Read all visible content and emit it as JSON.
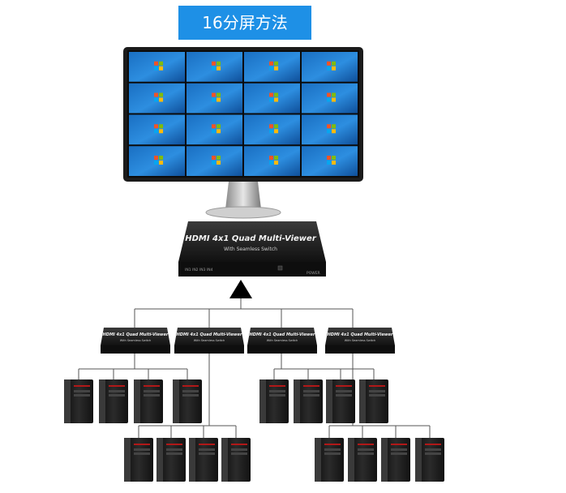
{
  "title": "16分屏方法",
  "main_device": {
    "label": "HDMI 4x1 Quad Multi-Viewer",
    "sublabel": "With Seamless Switch",
    "port_text": "IN1 IN2 IN3 IN4",
    "power_text": "POWER"
  },
  "sub_devices": [
    {
      "label": "HDMI 4x1 Quad Multi-Viewer",
      "sublabel": "With Seamless Switch"
    },
    {
      "label": "HDMI 4x1 Quad Multi-Viewer",
      "sublabel": "With Seamless Switch"
    },
    {
      "label": "HDMI 4x1 Quad Multi-Viewer",
      "sublabel": "With Seamless Switch"
    },
    {
      "label": "HDMI 4x1 Quad Multi-Viewer",
      "sublabel": "With Seamless Switch"
    }
  ],
  "monitor": {
    "grid_rows": 4,
    "grid_cols": 4
  },
  "colors": {
    "banner": "#1e90e6",
    "device": "#1c1c1c",
    "line": "#555555"
  },
  "icons": [
    "windows-logo-icon",
    "up-arrow-icon",
    "computer-tower-icon"
  ]
}
